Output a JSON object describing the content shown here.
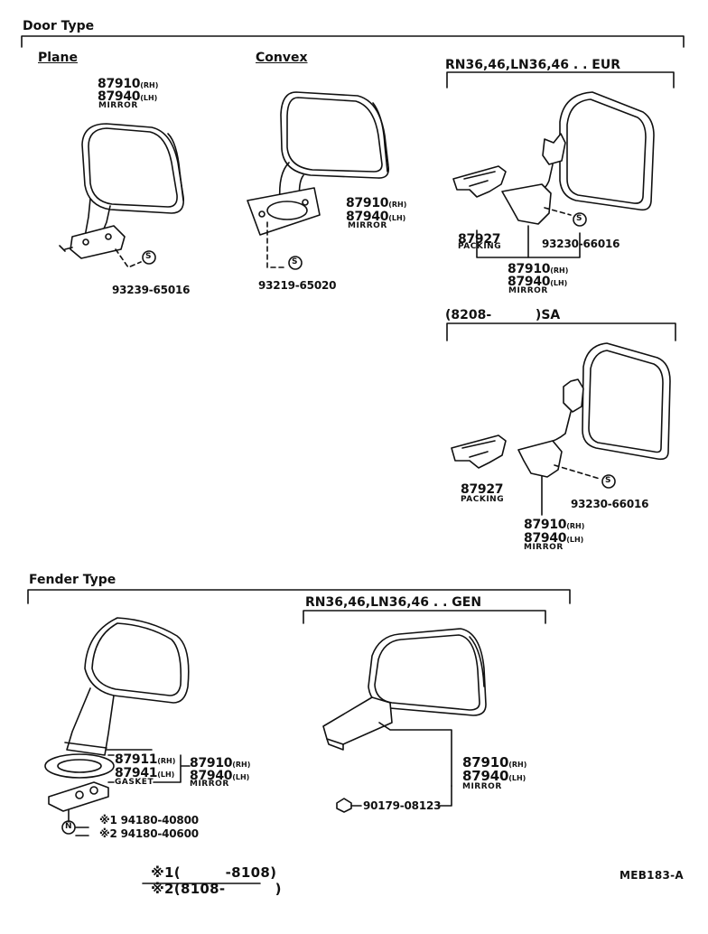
{
  "door": {
    "title": "Door Type",
    "plane": {
      "title": "Plane",
      "rh_no": "87910",
      "rh_sfx": "(RH)",
      "lh_no": "87940",
      "lh_sfx": "(LH)",
      "part_name": "MIRROR",
      "screw_symbol": "S",
      "screw_no": "93239-65016"
    },
    "convex": {
      "title": "Convex",
      "rh_no": "87910",
      "rh_sfx": "(RH)",
      "lh_no": "87940",
      "lh_sfx": "(LH)",
      "part_name": "MIRROR",
      "screw_symbol": "S",
      "screw_no": "93219-65020"
    },
    "eur": {
      "header": "RN36,46,LN36,46 . . EUR",
      "packing_no": "87927",
      "packing_name": "PACKING",
      "screw_symbol": "S",
      "screw_no": "93230-66016",
      "rh_no": "87910",
      "rh_sfx": "(RH)",
      "lh_no": "87940",
      "lh_sfx": "(LH)",
      "part_name": "MIRROR"
    },
    "sa": {
      "header": "(8208-          )SA",
      "packing_no": "87927",
      "packing_name": "PACKING",
      "screw_symbol": "S",
      "screw_no": "93230-66016",
      "rh_no": "87910",
      "rh_sfx": "(RH)",
      "lh_no": "87940",
      "lh_sfx": "(LH)",
      "part_name": "MIRROR"
    }
  },
  "fender": {
    "title": "Fender Type",
    "left": {
      "gasket_rh_no": "87911",
      "gasket_rh_sfx": "(RH)",
      "gasket_lh_no": "87941",
      "gasket_lh_sfx": "(LH)",
      "gasket_name": "GASKET",
      "rh_no": "87910",
      "rh_sfx": "(RH)",
      "lh_no": "87940",
      "lh_sfx": "(LH)",
      "part_name": "MIRROR",
      "nut_symbol": "N",
      "nut1": "※1 94180-40800",
      "nut2": "※2 94180-40600"
    },
    "gen": {
      "header": "RN36,46,LN36,46 . . GEN",
      "rh_no": "87910",
      "rh_sfx": "(RH)",
      "lh_no": "87940",
      "lh_sfx": "(LH)",
      "part_name": "MIRROR",
      "nut_no": "90179-08123"
    }
  },
  "footnotes": {
    "note1_mark": "※1",
    "note1_text": "(         -8108)",
    "note2_mark": "※2",
    "note2_text": "(8108-          )"
  },
  "ref_code": "MEB183-A"
}
